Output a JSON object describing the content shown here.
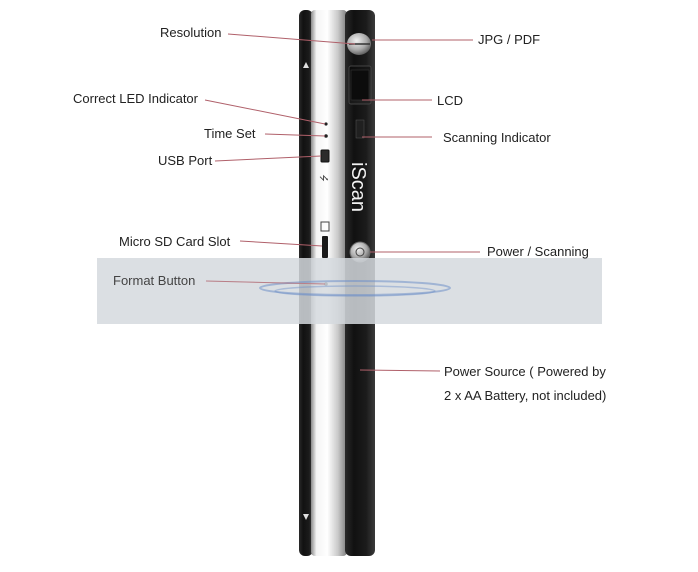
{
  "labels": {
    "resolution": "Resolution",
    "jpg_pdf": "JPG / PDF",
    "correct_led": "Correct LED Indicator",
    "lcd": "LCD",
    "time_set": "Time Set",
    "scanning_indicator": "Scanning Indicator",
    "usb_port": "USB Port",
    "micro_sd": "Micro SD Card Slot",
    "power_scanning": "Power / Scanning",
    "format_button": "Format Button",
    "power_source_line1": "Power Source ( Powered by",
    "power_source_line2": "2 x AA Battery, not included)"
  },
  "device": {
    "brand": "iScan"
  },
  "icons": {
    "usb": "usb-symbol-icon",
    "sd": "sd-card-icon",
    "up_arrow": "triangle-up-icon",
    "down_arrow": "triangle-down-icon"
  },
  "colors": {
    "leader_line": "#b0606a",
    "device_black": "#151515",
    "device_silver": "#d9d9d9",
    "band": "#d5d9de"
  }
}
